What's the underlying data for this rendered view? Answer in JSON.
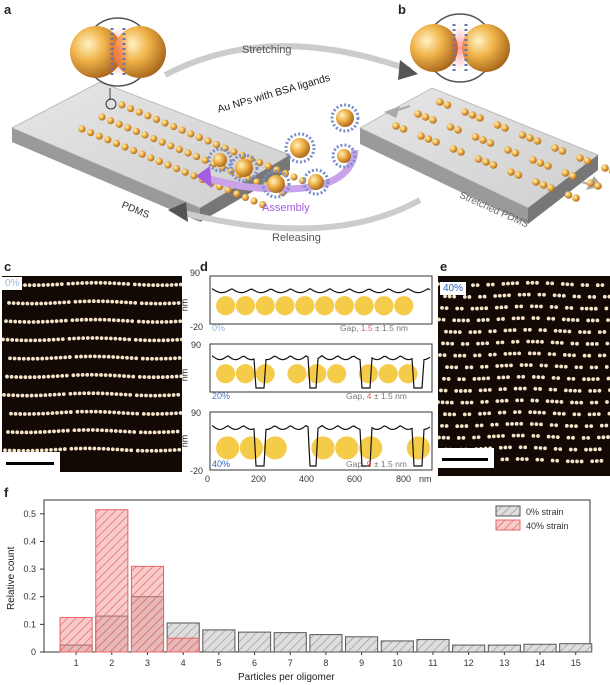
{
  "panels": {
    "a": "a",
    "b": "b",
    "c": "c",
    "d": "d",
    "e": "e",
    "f": "f"
  },
  "schematic": {
    "stretching": "Stretching",
    "releasing": "Releasing",
    "np_label": "Au NPs with BSA ligands",
    "assembly": "Assembly",
    "pdms": "PDMS",
    "stretched_pdms": "Stretched PDMS"
  },
  "afm": {
    "c_strain": "0%",
    "e_strain": "40%"
  },
  "profiles": {
    "y_unit": "nm",
    "y_top": "90",
    "y_bottom": "-20",
    "x_ticks": [
      "0",
      "200",
      "400",
      "600",
      "800"
    ],
    "x_unit": "nm",
    "rows": [
      {
        "strain": "0%",
        "gap_prefix": "Gap, ",
        "gap_value": "1.5",
        "gap_suffix": " ± 1.5 nm",
        "strain_color": "#9db4e0",
        "value_color": "#e06060"
      },
      {
        "strain": "20%",
        "gap_prefix": "Gap, ",
        "gap_value": "4",
        "gap_suffix": " ± 1.5 nm",
        "strain_color": "#4a7cc0",
        "value_color": "#e06060"
      },
      {
        "strain": "40%",
        "gap_prefix": "Gap, ",
        "gap_value": "9",
        "gap_suffix": " ± 1.5 nm",
        "strain_color": "#2f66b5",
        "value_color": "#e06060"
      }
    ]
  },
  "chart_data": {
    "type": "bar",
    "xlabel": "Particles per oligomer",
    "ylabel": "Relative count",
    "ylim": [
      0,
      0.55
    ],
    "yticks": [
      "0",
      "0.1",
      "0.2",
      "0.3",
      "0.4",
      "0.5"
    ],
    "categories": [
      "1",
      "2",
      "3",
      "4",
      "5",
      "6",
      "7",
      "8",
      "9",
      "10",
      "11",
      "12",
      "13",
      "14",
      "15"
    ],
    "legend_placement": "top-right",
    "series": [
      {
        "name": "0% strain",
        "color": "#9a9a9a",
        "values": [
          0.025,
          0.13,
          0.2,
          0.105,
          0.08,
          0.072,
          0.07,
          0.063,
          0.055,
          0.04,
          0.045,
          0.025,
          0.025,
          0.028,
          0.03
        ]
      },
      {
        "name": "40% strain",
        "color": "#e8646a",
        "values": [
          0.125,
          0.515,
          0.31,
          0.05,
          0,
          0,
          0,
          0,
          0,
          0,
          0,
          0,
          0,
          0,
          0
        ]
      }
    ]
  }
}
